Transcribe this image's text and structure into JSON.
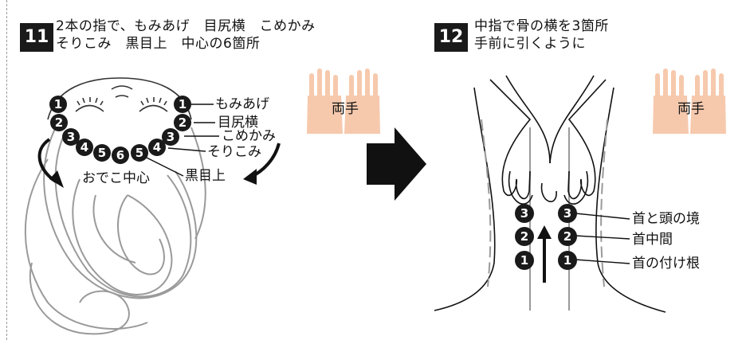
{
  "step11": {
    "number": "11",
    "title_line1": "2本の指で、もみあげ　目尻横　こめかみ",
    "title_line2": "そりこみ　黒目上　中心の6箇所",
    "hand_label": "両手",
    "dot_numbers": [
      "1",
      "2",
      "3",
      "4",
      "5",
      "6",
      "5",
      "4",
      "3",
      "2",
      "1"
    ],
    "labels": {
      "momiage": "もみあげ",
      "mejiri": "目尻横",
      "komekami": "こめかみ",
      "sorikomi": "そりこみ",
      "kuromeue": "黒目上",
      "odeko": "おでこ中心"
    }
  },
  "step12": {
    "number": "12",
    "title_line1": "中指で骨の横を3箇所",
    "title_line2": "手前に引くように",
    "hand_label": "両手",
    "dot_numbers": [
      "3",
      "2",
      "1"
    ],
    "labels": {
      "kubi_atama": "首と頭の境",
      "kubi_naka": "首中間",
      "kubi_tsukene": "首の付け根"
    }
  },
  "colors": {
    "dot": "#1a1a1a",
    "hand": "#f6c9ad",
    "line_gray": "#9a9a9a",
    "arrow": "#1a1a1a"
  }
}
